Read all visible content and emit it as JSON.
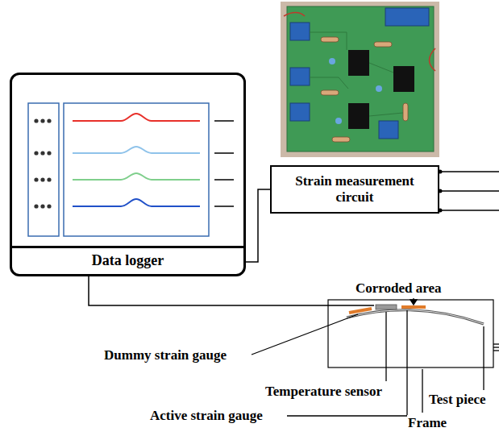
{
  "diagram": {
    "nodes": [
      {
        "text": [
          "Data logger"
        ]
      },
      {
        "text": [
          "Strain measurement circuit"
        ]
      }
    ],
    "edges": [
      {
        "from": 1,
        "to": 0,
        "arrow": "none"
      }
    ],
    "labels": [
      "Corroded area",
      "Dummy strain gauge",
      "Temperature sensor",
      "Active strain gauge",
      "Frame",
      "Test piece"
    ]
  }
}
